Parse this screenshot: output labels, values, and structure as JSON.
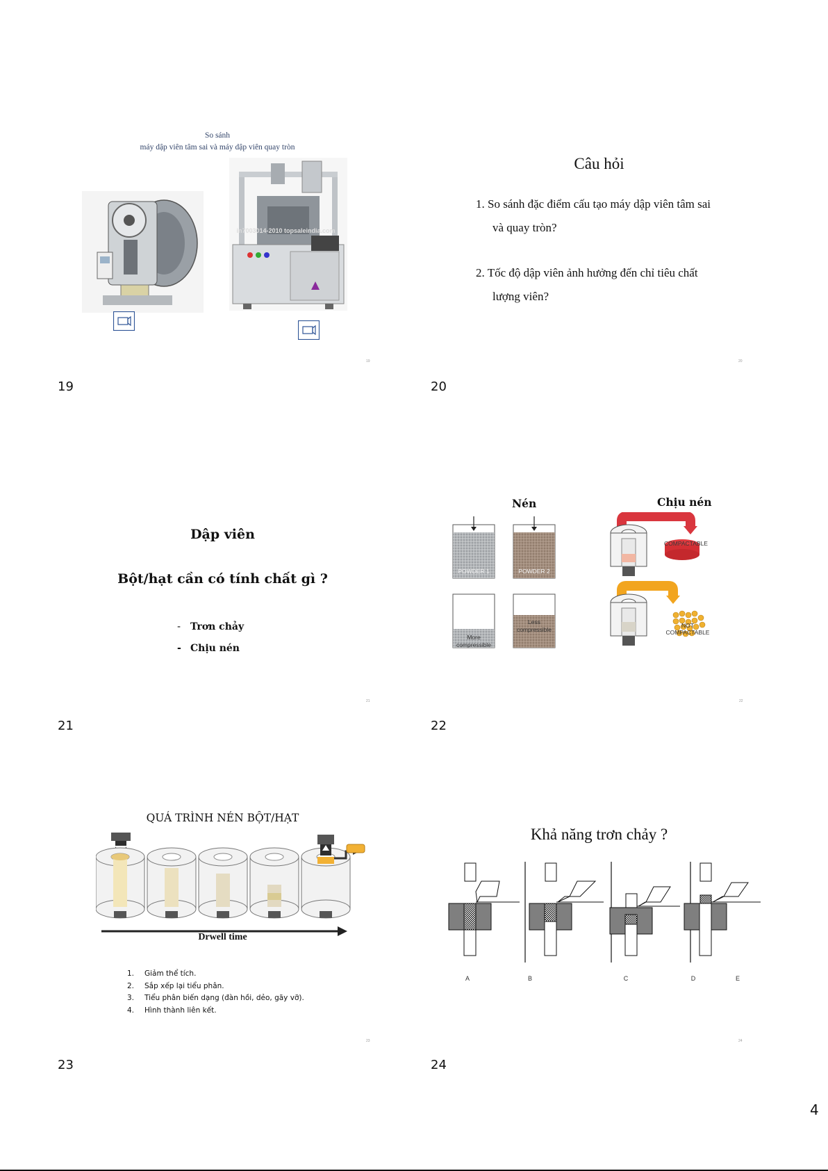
{
  "slides": {
    "s19": {
      "label": "19",
      "corner": "19",
      "title_line1": "So sánh",
      "title_line2": "máy dập viên tâm sai và máy dập viên quay tròn",
      "watermark": "in7003014-2010 topsaleindia.com"
    },
    "s20": {
      "label": "20",
      "corner": "20",
      "title": "Câu hỏi",
      "q1_line1": "1. So sánh đặc điểm cấu tạo máy dập viên tâm sai",
      "q1_line2": "và quay tròn?",
      "q2_line1": "2. Tốc độ dập viên ảnh hưởng đến chỉ tiêu chất",
      "q2_line2": "lượng viên?"
    },
    "s21": {
      "label": "21",
      "corner": "21",
      "title": "Dập viên",
      "question": "Bột/hạt cần có tính chất gì ?",
      "bullets": [
        "Trơn chảy",
        "Chịu nén"
      ],
      "bullet_marks": [
        "-",
        "-"
      ]
    },
    "s22": {
      "label": "22",
      "corner": "22",
      "heading_left": "Nén",
      "heading_right": "Chịu nén",
      "powder1": "POWDER 1",
      "powder2": "POWDER 2",
      "more_line1": "More",
      "more_line2": "compressible",
      "less_line1": "Less",
      "less_line2": "compressible",
      "compactable": "COMPACTABLE",
      "not_line1": "NOT",
      "not_line2": "COMPACTABLE"
    },
    "s23": {
      "label": "23",
      "corner": "23",
      "title": "QUÁ TRÌNH NÉN BỘT/HẠT",
      "drwell": "Drwell time",
      "steps": [
        {
          "num": "1.",
          "text": "Giảm thể tích."
        },
        {
          "num": "2.",
          "text": "Sắp xếp lại tiểu phân."
        },
        {
          "num": "3.",
          "text": "Tiểu phân biến dạng (đàn hồi, dẻo, gãy vỡ)."
        },
        {
          "num": "4.",
          "text": "Hình thành liên kết."
        }
      ]
    },
    "s24": {
      "label": "24",
      "corner": "24",
      "title": "Khả năng trơn chảy ?",
      "letters": [
        "A",
        "B",
        "C",
        "D",
        "E"
      ]
    }
  },
  "page_number": "4"
}
